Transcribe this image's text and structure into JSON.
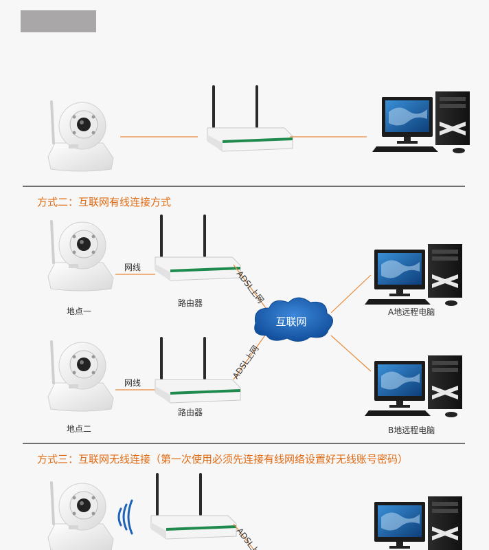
{
  "section2": {
    "title": "方式二：互联网有线连接方式"
  },
  "section3": {
    "title": "方式三：互联网无线连接（第一次使用必须先连接有线网络设置好无线账号密码）"
  },
  "labels": {
    "cable1": "网线",
    "cable2": "网线",
    "router1": "路由器",
    "router2": "路由器",
    "site1": "地点一",
    "site2": "地点二",
    "remote_a": "A地远程电脑",
    "remote_b": "B地远程电脑",
    "internet": "互联网",
    "adsl1": "ADSL上网",
    "adsl2": "ADSL上网",
    "adsl3": "ADSL上"
  },
  "colors": {
    "accent": "#e06a12",
    "line": "#e8893a",
    "cloud": "#1e63b8",
    "divider": "#444444",
    "header_block": "#a9a7a8"
  }
}
